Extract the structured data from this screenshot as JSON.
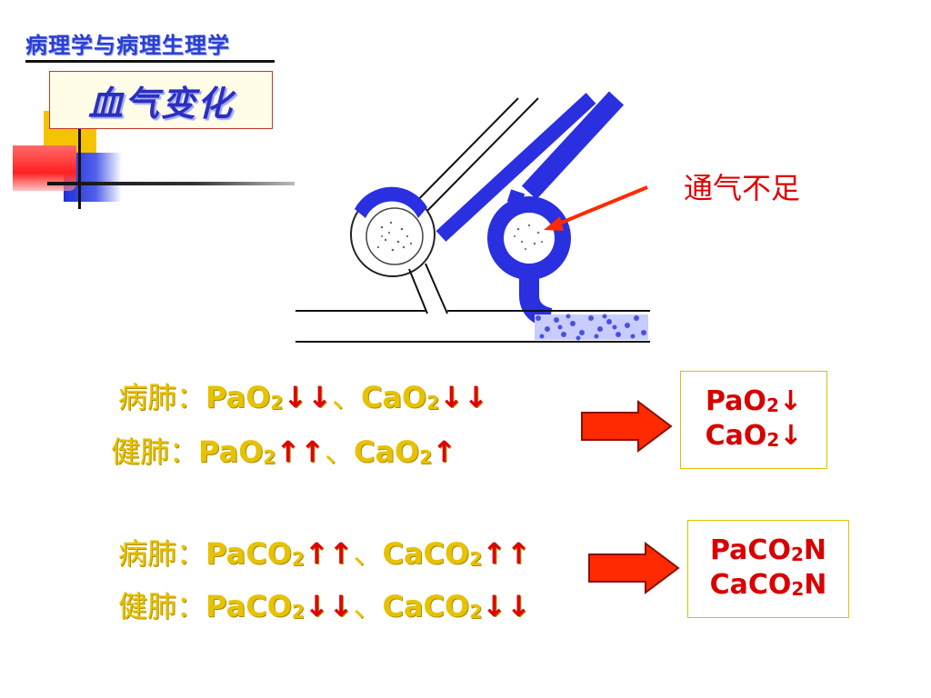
{
  "header": {
    "course_title": "病理学与病理生理学",
    "section_title": "血气变化"
  },
  "diagram": {
    "callout_label": "通气不足"
  },
  "block1": {
    "line1": {
      "label": "病肺：",
      "a": "PaO",
      "a_sub": "2",
      "a_dir": "↓↓",
      "sep": "、",
      "b": "CaO",
      "b_sub": "2",
      "b_dir": "↓↓"
    },
    "line2": {
      "label": "健肺：",
      "a": "PaO",
      "a_sub": "2",
      "a_dir": "↑↑",
      "sep": "、",
      "b": "CaO",
      "b_sub": "2",
      "b_dir": "↑"
    },
    "result": {
      "r1": "PaO",
      "r1_sub": "2",
      "r1_dir": "↓",
      "r2": "CaO",
      "r2_sub": "2",
      "r2_dir": "↓"
    }
  },
  "block2": {
    "line1": {
      "label": "病肺：",
      "a": "PaCO",
      "a_sub": "2",
      "a_dir": "↑↑",
      "sep": "、",
      "b": "CaCO",
      "b_sub": "2",
      "b_dir": "↑↑"
    },
    "line2": {
      "label": "健肺：",
      "a": "PaCO",
      "a_sub": "2",
      "a_dir": "↓↓",
      "sep": "、",
      "b": "CaCO",
      "b_sub": "2",
      "b_dir": "↓↓"
    },
    "result": {
      "r1": "PaCO",
      "r1_sub": "2",
      "r1_dir": "N",
      "r2": "CaCO",
      "r2_sub": "2",
      "r2_dir": "N"
    }
  },
  "colors": {
    "accent_blue": "#2a2fe0",
    "arrow_red": "#ff2a00",
    "text_yellow": "#e6c200",
    "result_red": "#d80000"
  },
  "icons": {
    "arrow": "right-arrow-icon",
    "pointer": "pointer-arrow-icon"
  }
}
